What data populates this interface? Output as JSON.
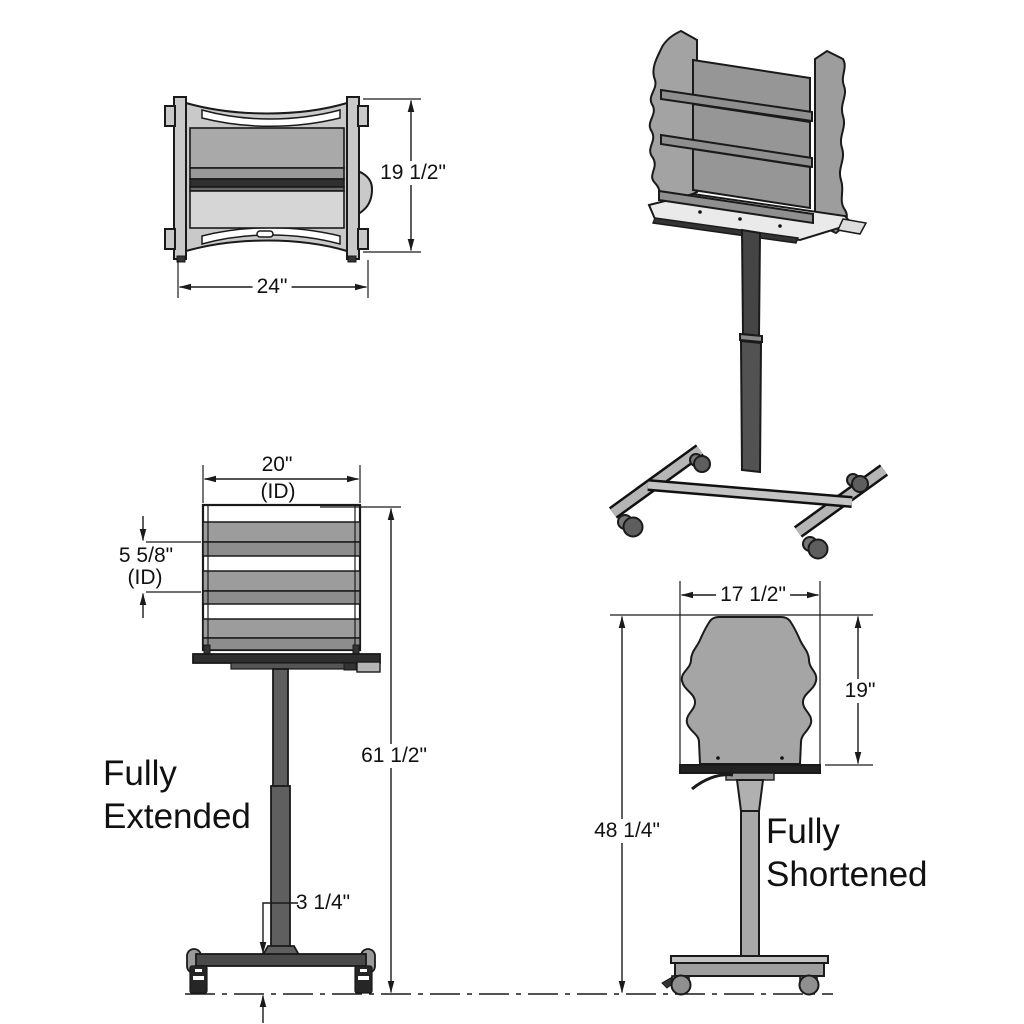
{
  "colors": {
    "ink": "#1a1a1a",
    "panel_gray": "#9c9c9c",
    "panel_dark": "#8d8d8d",
    "frame_light": "#c9c9c9",
    "plate_light": "#e8e8e8",
    "pole_dark": "#5f5f5f",
    "pole_light": "#a8a8a8",
    "background": "#ffffff"
  },
  "views": {
    "top_view": {
      "height_label": "19 1/2\"",
      "width_label": "24\""
    },
    "front_view": {
      "caption_line1": "Fully",
      "caption_line2": "Extended",
      "width_label": "20\"",
      "width_qualifier": "(ID)",
      "pocket_label": "5 5/8\"",
      "pocket_qualifier": "(ID)",
      "height_label": "61 1/2\"",
      "base_height_label": "3 1/4\""
    },
    "side_view": {
      "caption_line1": "Fully",
      "caption_line2": "Shortened",
      "depth_label": "17 1/2\"",
      "rack_height_label": "19\"",
      "height_label": "48 1/4\""
    }
  }
}
